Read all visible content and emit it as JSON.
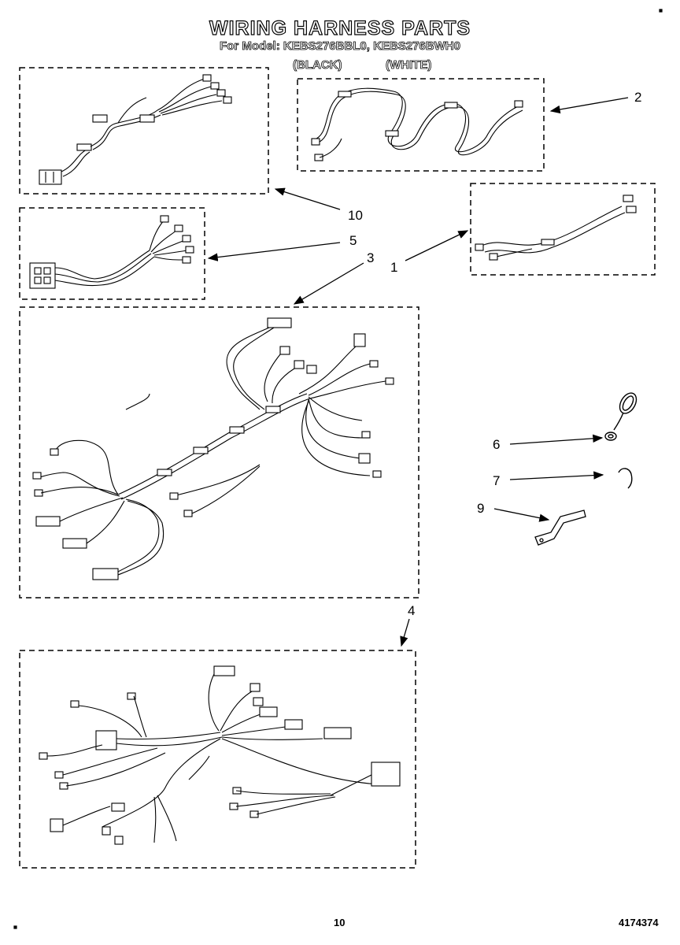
{
  "header": {
    "title": "WIRING HARNESS PARTS",
    "model_line": "For Model: KEBS276BBL0, KEBS276BWH0",
    "color_black": "(BLACK)",
    "color_white": "(WHITE)"
  },
  "callouts": {
    "c1": "1",
    "c2": "2",
    "c3": "3",
    "c4": "4",
    "c5": "5",
    "c6": "6",
    "c7": "7",
    "c9": "9",
    "c10": "10"
  },
  "footer": {
    "page_number": "10",
    "doc_number": "4174374"
  }
}
